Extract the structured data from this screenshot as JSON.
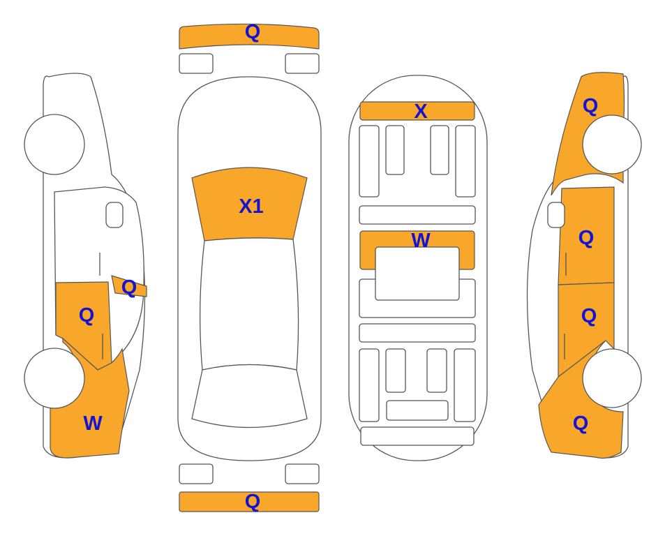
{
  "colors": {
    "damage": "#F9A72B",
    "label": "#1414D0",
    "outline": "#555555"
  },
  "views": {
    "top": {
      "front_bumper": "Q",
      "windshield": "X1",
      "rear_bumper": "Q"
    },
    "interior": {
      "dashboard": "X",
      "center": "W"
    },
    "left_side": {
      "mirror": "Q",
      "front_door": "Q",
      "front_fender": "W"
    },
    "right_side": {
      "rear_quarter": "Q",
      "rear_door": "Q",
      "front_door": "Q",
      "front_fender": "Q"
    }
  }
}
